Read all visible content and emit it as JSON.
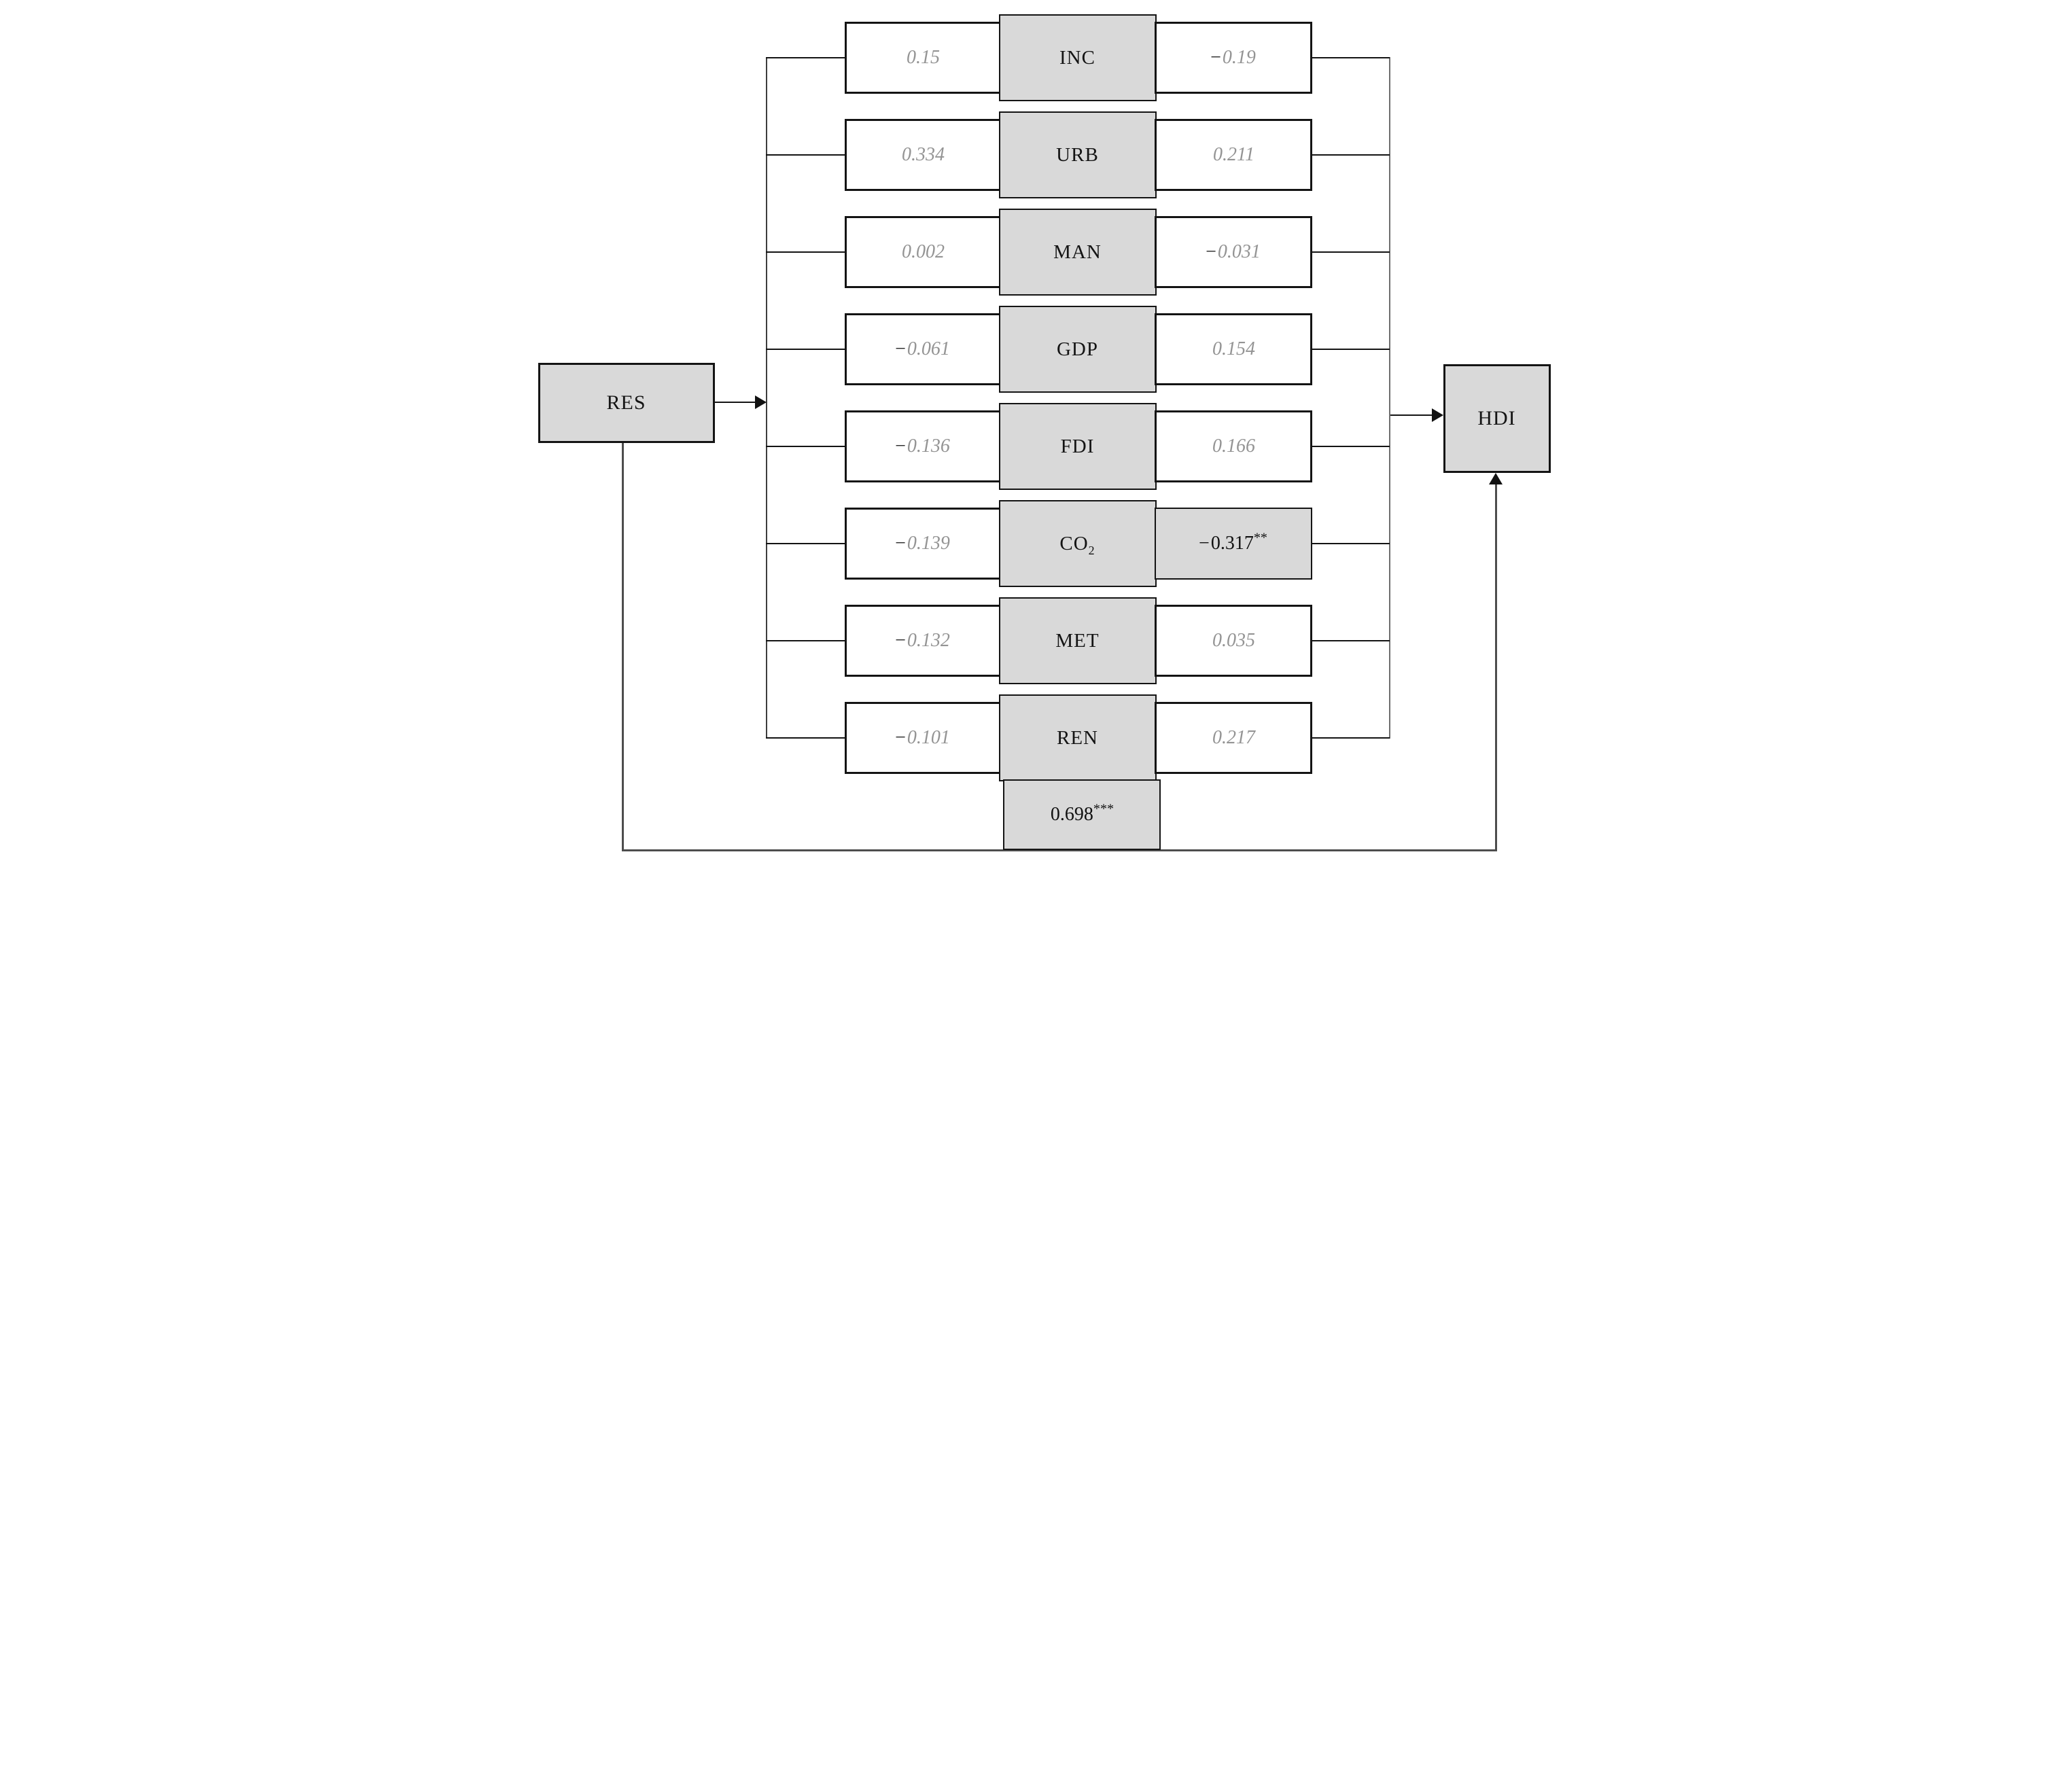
{
  "diagram": {
    "kind": "mediation-path-diagram",
    "source_node": {
      "label": "RES"
    },
    "outcome_node": {
      "label": "HDI"
    },
    "direct_effect": {
      "sign": "",
      "num": "0.698",
      "stars": "***"
    },
    "mediators": [
      {
        "label": "INC",
        "sub": "",
        "left": {
          "sign": "",
          "num": "0.15",
          "stars": ""
        },
        "right": {
          "sign": "−",
          "num": "0.19",
          "stars": "",
          "highlight": false
        }
      },
      {
        "label": "URB",
        "sub": "",
        "left": {
          "sign": "",
          "num": "0.334",
          "stars": ""
        },
        "right": {
          "sign": "",
          "num": "0.211",
          "stars": "",
          "highlight": false
        }
      },
      {
        "label": "MAN",
        "sub": "",
        "left": {
          "sign": "",
          "num": "0.002",
          "stars": ""
        },
        "right": {
          "sign": "−",
          "num": "0.031",
          "stars": "",
          "highlight": false
        }
      },
      {
        "label": "GDP",
        "sub": "",
        "left": {
          "sign": "−",
          "num": "0.061",
          "stars": ""
        },
        "right": {
          "sign": "",
          "num": "0.154",
          "stars": "",
          "highlight": false
        }
      },
      {
        "label": "FDI",
        "sub": "",
        "left": {
          "sign": "−",
          "num": "0.136",
          "stars": ""
        },
        "right": {
          "sign": "",
          "num": "0.166",
          "stars": "",
          "highlight": false
        }
      },
      {
        "label": "CO",
        "sub": "2",
        "left": {
          "sign": "−",
          "num": "0.139",
          "stars": ""
        },
        "right": {
          "sign": "−",
          "num": "0.317",
          "stars": "**",
          "highlight": true
        }
      },
      {
        "label": "MET",
        "sub": "",
        "left": {
          "sign": "−",
          "num": "0.132",
          "stars": ""
        },
        "right": {
          "sign": "",
          "num": "0.035",
          "stars": "",
          "highlight": false
        }
      },
      {
        "label": "REN",
        "sub": "",
        "left": {
          "sign": "−",
          "num": "0.101",
          "stars": ""
        },
        "right": {
          "sign": "",
          "num": "0.217",
          "stars": "",
          "highlight": false
        }
      }
    ],
    "palette": {
      "node_fill": "#d9d9d9",
      "border": "#141414",
      "coefficient_text": "#949494",
      "significant_text": "#111111"
    }
  }
}
